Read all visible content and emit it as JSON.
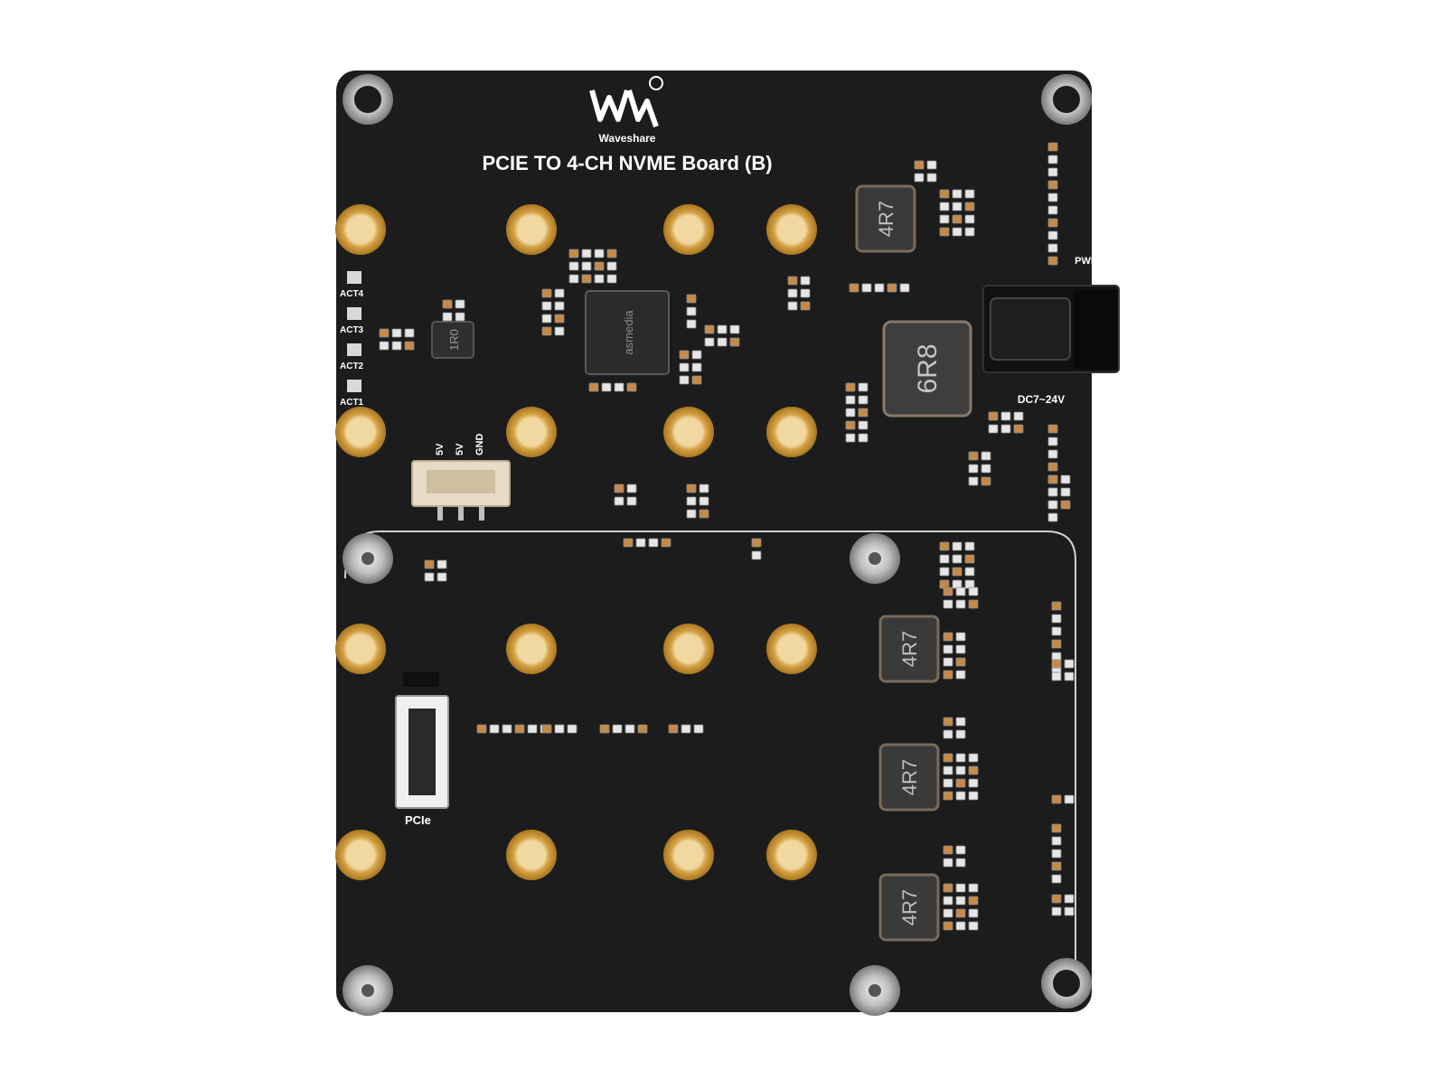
{
  "board": {
    "brand": "Waveshare",
    "title": "PCIE TO 4-CH NVME Board (B)",
    "labels": {
      "act4": "ACT4",
      "act3": "ACT3",
      "act2": "ACT2",
      "act1": "ACT1",
      "pwr": "PWR",
      "dc": "DC7~24V",
      "pcie": "PCIe",
      "fan_5v_a": "5V",
      "fan_5v_b": "5V",
      "fan_gnd": "GND"
    },
    "chip_text": "asmedia",
    "inductors": {
      "l1": "4R7",
      "l2": "6R8",
      "l3": "4R7",
      "l4": "4R7",
      "l5": "4R7",
      "small": "1R0"
    }
  },
  "colors": {
    "background": "#ffffff",
    "pcb": "#1c1c1c",
    "gold_ring": "#c8922e",
    "silver": "#c9c9c9",
    "silk": "#ffffff"
  }
}
